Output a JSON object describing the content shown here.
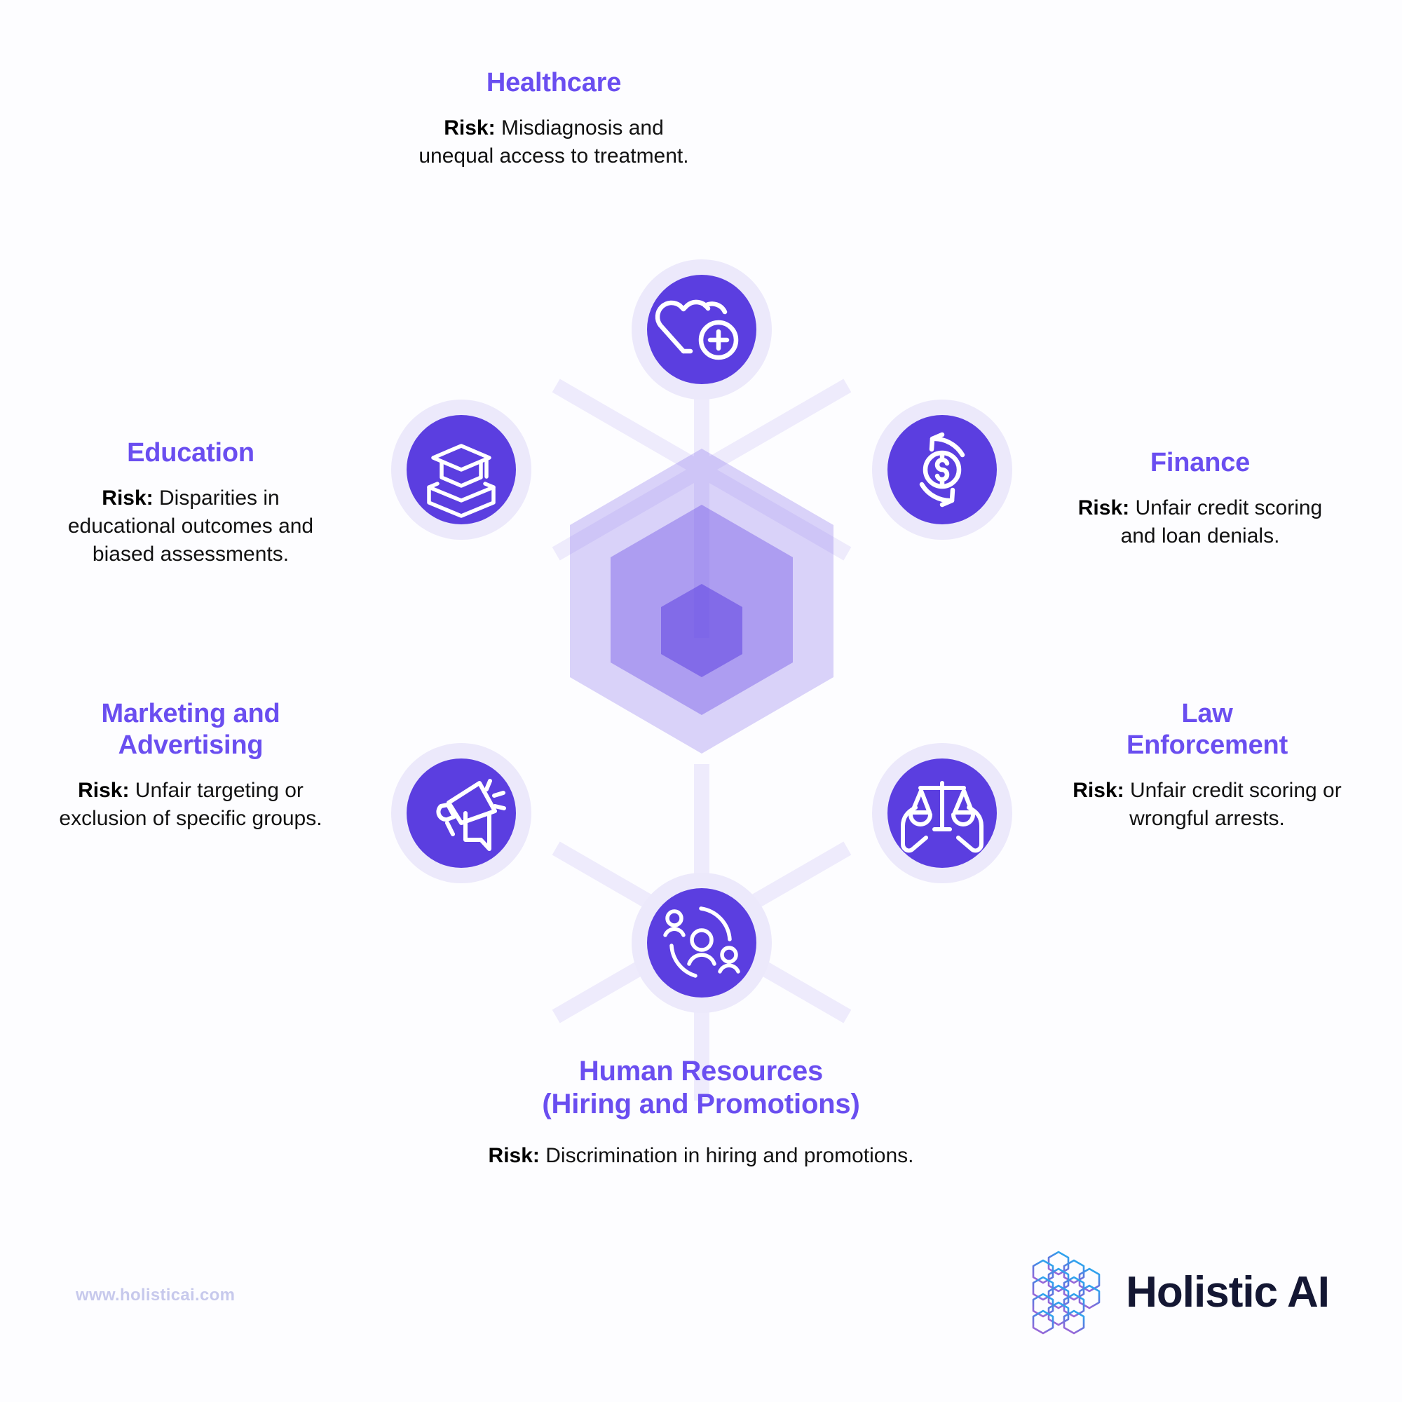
{
  "page": {
    "background_color": "#fdfdff",
    "accent_color": "#6a4ef0",
    "node_color": "#5b3ee0",
    "halo_color": "#ece9fb",
    "connector_color": "#eeebfc",
    "body_color": "#121212"
  },
  "center": {
    "icon": "nested-hexagon-cube",
    "hex_outer_color": "#d5cdf5",
    "hex_mid_color": "#a99bee",
    "hex_inner_color": "#7e68e8"
  },
  "sectors": [
    {
      "id": "healthcare",
      "title": "Healthcare",
      "risk_label": "Risk:",
      "risk_text": "Misdiagnosis and unequal access to treatment.",
      "icon": "heart-plus-icon"
    },
    {
      "id": "finance",
      "title": "Finance",
      "risk_label": "Risk:",
      "risk_text": "Unfair credit scoring and loan denials.",
      "icon": "dollar-refresh-icon"
    },
    {
      "id": "law-enforcement",
      "title": "Law Enforcement",
      "title_line1": "Law",
      "title_line2": "Enforcement",
      "risk_label": "Risk:",
      "risk_text": "Unfair credit scoring or wrongful arrests.",
      "icon": "scales-in-hands-icon"
    },
    {
      "id": "human-resources",
      "title": "Human Resources (Hiring and Promotions)",
      "title_line1": "Human Resources",
      "title_line2": "(Hiring and Promotions)",
      "risk_label": "Risk:",
      "risk_text": "Discrimination in hiring and promotions.",
      "icon": "people-network-icon"
    },
    {
      "id": "marketing-advertising",
      "title": "Marketing and Advertising",
      "title_line1": "Marketing and",
      "title_line2": "Advertising",
      "risk_label": "Risk:",
      "risk_text": "Unfair targeting or exclusion of specific groups.",
      "icon": "megaphone-icon"
    },
    {
      "id": "education",
      "title": "Education",
      "risk_label": "Risk:",
      "risk_text": "Disparities in educational outcomes and biased assessments.",
      "icon": "graduation-cap-book-icon"
    }
  ],
  "footer": {
    "url": "www.holisticai.com",
    "brand": "Holistic AI",
    "logo_icon": "holistic-ai-hex-lattice-logo"
  }
}
